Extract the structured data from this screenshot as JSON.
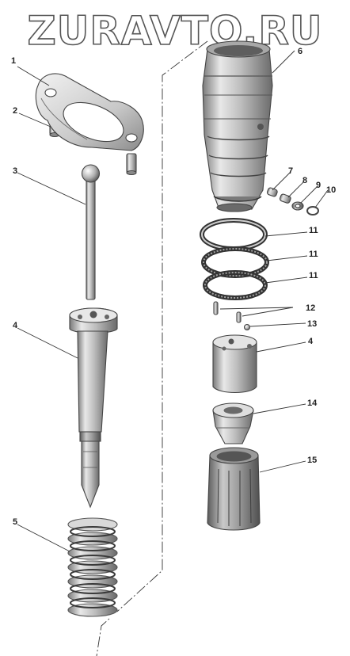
{
  "watermark": "ZURAVTO.RU",
  "callouts": [
    {
      "id": "c1",
      "text": "1"
    },
    {
      "id": "c2",
      "text": "2"
    },
    {
      "id": "c3",
      "text": "3"
    },
    {
      "id": "c4a",
      "text": "4"
    },
    {
      "id": "c5",
      "text": "5"
    },
    {
      "id": "c6",
      "text": "6"
    },
    {
      "id": "c7",
      "text": "7"
    },
    {
      "id": "c8",
      "text": "8"
    },
    {
      "id": "c9",
      "text": "9"
    },
    {
      "id": "c10",
      "text": "10"
    },
    {
      "id": "c11a",
      "text": "11"
    },
    {
      "id": "c11b",
      "text": "11"
    },
    {
      "id": "c11c",
      "text": "11"
    },
    {
      "id": "c12",
      "text": "12"
    },
    {
      "id": "c13",
      "text": "13"
    },
    {
      "id": "c4b",
      "text": "4"
    },
    {
      "id": "c14",
      "text": "14"
    },
    {
      "id": "c15",
      "text": "15"
    }
  ],
  "colors": {
    "metal_light": "#e6e6e6",
    "metal_mid": "#b5b5b5",
    "metal_dark": "#6f6f6f",
    "outline": "#444444",
    "text": "#222222"
  }
}
